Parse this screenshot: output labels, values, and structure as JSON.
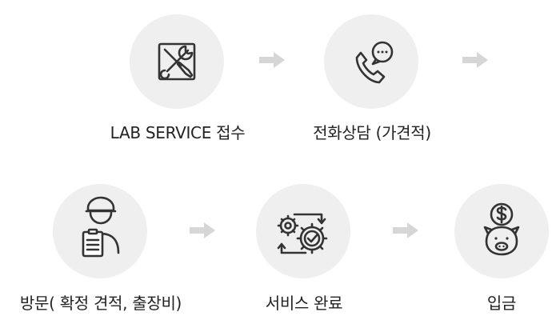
{
  "steps": [
    {
      "label": "LAB SERVICE 접수",
      "icon": "tools-icon"
    },
    {
      "label": "전화상담 (가견적)",
      "icon": "phone-chat-icon"
    },
    {
      "label": "방문( 확정 견적, 출장비)",
      "icon": "technician-clipboard-icon"
    },
    {
      "label": "서비스 완료",
      "icon": "gears-check-icon"
    },
    {
      "label": "입금",
      "icon": "piggy-bank-dollar-icon"
    }
  ],
  "colors": {
    "circle": "#efefef",
    "arrow": "#d6d6d6",
    "icon": "#333333",
    "text": "#222222"
  }
}
